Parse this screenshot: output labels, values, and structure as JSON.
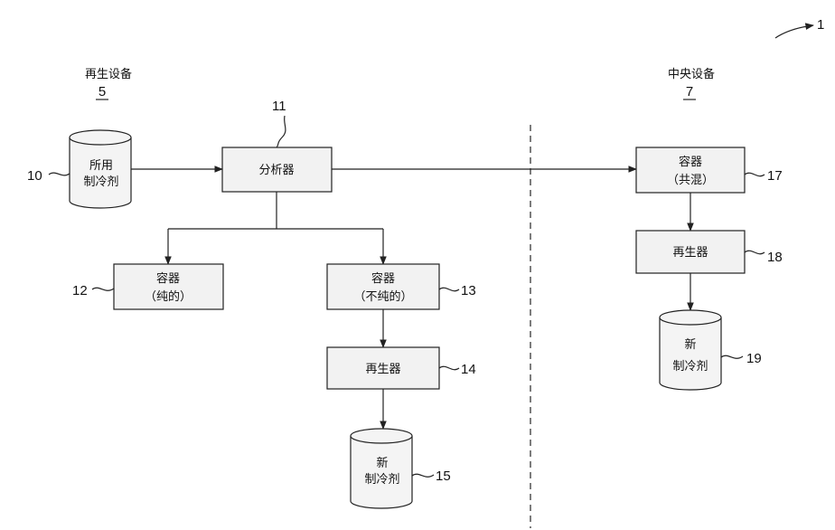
{
  "figure_number": "1",
  "regen_site": {
    "title": "再生设备",
    "number": "5"
  },
  "central_site": {
    "title": "中央设备",
    "number": "7"
  },
  "nodes": {
    "used_refrigerant": {
      "line1": "所用",
      "line2": "制冷剂",
      "ref": "10"
    },
    "analyzer": {
      "label": "分析器",
      "ref": "11"
    },
    "container_pure": {
      "line1": "容器",
      "line2": "（纯的）",
      "ref": "12"
    },
    "container_impure": {
      "line1": "容器",
      "line2": "（不纯的）",
      "ref": "13"
    },
    "regenerator_local": {
      "label": "再生器",
      "ref": "14"
    },
    "new_refrigerant_local": {
      "line1": "新",
      "line2": "制冷剂",
      "ref": "15"
    },
    "container_mixed": {
      "line1": "容器",
      "line2": "（共混）",
      "ref": "17"
    },
    "regenerator_central": {
      "label": "再生器",
      "ref": "18"
    },
    "new_refrigerant_central": {
      "line1": "新",
      "line2": "制冷剂",
      "ref": "19"
    }
  }
}
